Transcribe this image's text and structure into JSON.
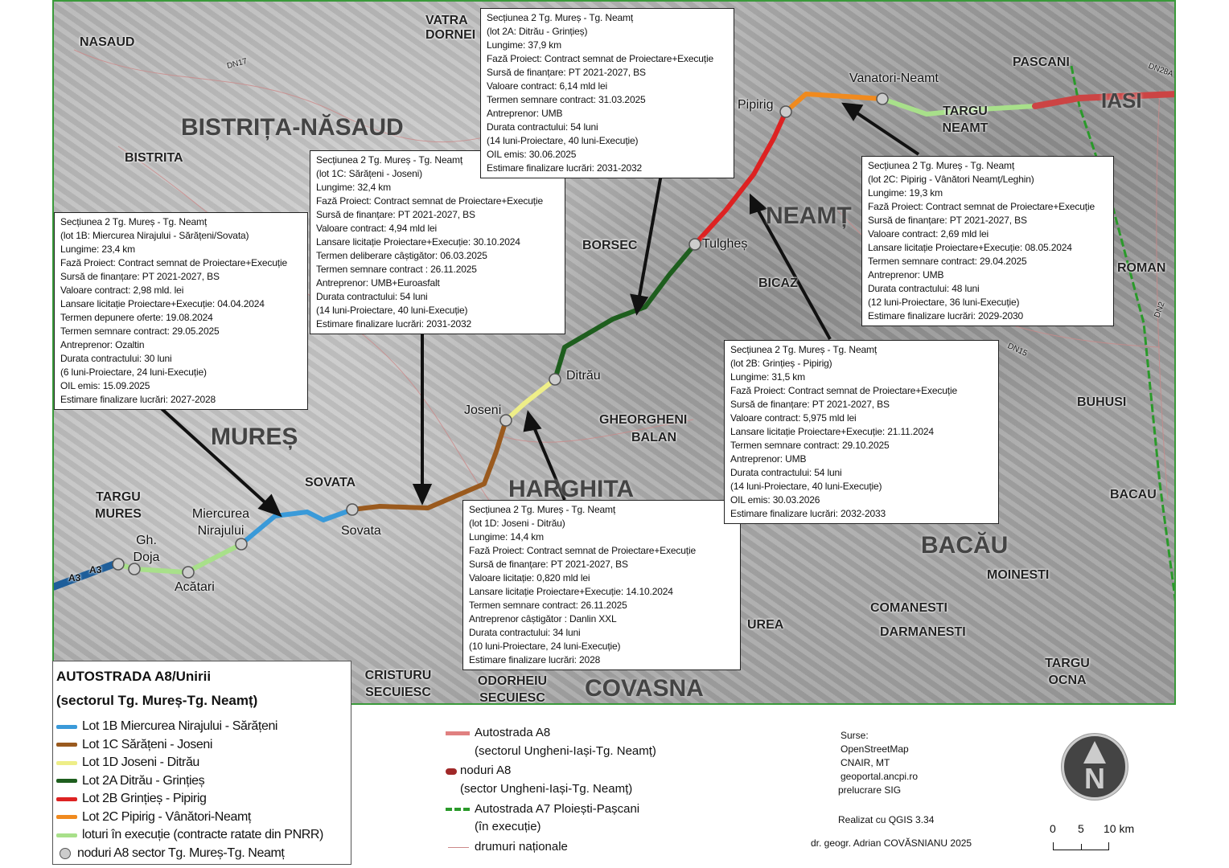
{
  "map": {
    "regions": [
      "BISTRIȚA-NĂSAUD",
      "MUREȘ",
      "HARGHITA",
      "BACĂU",
      "COVASNA",
      "NEAMȚ"
    ],
    "cities": [
      "NASAUD",
      "BISTRITA",
      "VATRA DORNEI",
      "PASCANI",
      "IASI",
      "TARGU NEAMT",
      "ROMAN",
      "BORSEC",
      "BICAZ",
      "BUHUSI",
      "GHEORGHENI",
      "BALAN",
      "SOVATA",
      "TARGU MURES",
      "BACAU",
      "MOINESTI",
      "COMANESTI",
      "DARMANESTI",
      "TARGU OCNA",
      "CRISTURU SECUIESC",
      "ODORHEIU SECUIESC",
      "UREA"
    ],
    "nodes": [
      "Vanatori-Neamt",
      "Pipirig",
      "Tulgheș",
      "Ditrău",
      "Joseni",
      "Sovata",
      "Miercurea Nirajului",
      "Gh. Doja",
      "Acătari"
    ],
    "roads": [
      "DN17",
      "DN28A",
      "DN15",
      "DN2",
      "A3",
      "A3"
    ]
  },
  "boxes": [
    {
      "id": "1B",
      "lines": [
        "Secțiunea 2 Tg. Mureș - Tg. Neamț",
        "(lot 1B: Miercurea Nirajului - Sărățeni/Sovata)",
        "Lungime: 23,4 km",
        "Fază Proiect: Contract semnat de Proiectare+Execuție",
        "Sursă de finanțare: PT 2021-2027, BS",
        "Valoare contract: 2,98 mld. lei",
        "Lansare licitație Proiectare+Execuție: 04.04.2024",
        "Termen depunere oferte: 19.08.2024",
        "Termen semnare contract: 29.05.2025",
        "Antreprenor: Ozaltin",
        "Durata contractului: 30 luni",
        "(6 luni-Proiectare, 24 luni-Execuție)",
        "OIL emis: 15.09.2025",
        "Estimare finalizare lucrări: 2027-2028"
      ]
    },
    {
      "id": "1C",
      "lines": [
        "Secțiunea 2 Tg. Mureș - Tg. Neamț",
        "(lot 1C: Sărățeni - Joseni)",
        "Lungime: 32,4 km",
        "Fază Proiect: Contract semnat de Proiectare+Execuție",
        "Sursă de finanțare: PT 2021-2027, BS",
        "Valoare contract: 4,94 mld lei",
        "Lansare licitație Proiectare+Execuție: 30.10.2024",
        "Termen deliberare câștigător: 06.03.2025",
        "Termen semnare contract : 26.11.2025",
        "Antreprenor: UMB+Euroasfalt",
        "Durata contractului: 54 luni",
        "(14 luni-Proiectare, 40 luni-Execuție)",
        "Estimare finalizare lucrări: 2031-2032"
      ]
    },
    {
      "id": "2A",
      "lines": [
        "Secțiunea 2 Tg. Mureș - Tg. Neamț",
        "(lot 2A: Ditrău - Grințieș)",
        "Lungime: 37,9 km",
        "Fază Proiect: Contract semnat de Proiectare+Execuție",
        "Sursă de finanțare: PT 2021-2027, BS",
        "Valoare contract: 6,14 mld lei",
        "Termen semnare contract: 31.03.2025",
        "Antreprenor: UMB",
        "Durata contractului: 54 luni",
        "(14 luni-Proiectare, 40 luni-Execuție)",
        "OIL emis: 30.06.2025",
        "Estimare finalizare lucrări: 2031-2032"
      ]
    },
    {
      "id": "2C",
      "lines": [
        "Secțiunea 2 Tg. Mureș - Tg. Neamț",
        "(lot 2C: Pipirig - Vânători Neamț/Leghin)",
        "Lungime: 19,3 km",
        "Fază Proiect: Contract semnat de Proiectare+Execuție",
        "Sursă de finanțare: PT 2021-2027, BS",
        "Valoare contract: 2,69 mld lei",
        "Lansare licitație Proiectare+Execuție: 08.05.2024",
        "Termen semnare contract: 29.04.2025",
        "Antreprenor: UMB",
        "Durata contractului: 48 luni",
        "(12 luni-Proiectare, 36 luni-Execuție)",
        "Estimare finalizare lucrări: 2029-2030"
      ]
    },
    {
      "id": "2B",
      "lines": [
        "Secțiunea 2 Tg. Mureș - Tg. Neamț",
        "(lot 2B: Grințieș - Pipirig)",
        "Lungime: 31,5 km",
        "Fază Proiect: Contract semnat de Proiectare+Execuție",
        "Sursă de finanțare: PT 2021-2027, BS",
        "Valoare contract: 5,975 mld lei",
        "Lansare licitație Proiectare+Execuție: 21.11.2024",
        "Termen semnare contract: 29.10.2025",
        "Antreprenor: UMB",
        "Durata contractului: 54 luni",
        "(14 luni-Proiectare, 40 luni-Execuție)",
        "OIL emis: 30.03.2026",
        "Estimare finalizare lucrări: 2032-2033"
      ]
    },
    {
      "id": "1D",
      "lines": [
        "Secțiunea 2 Tg. Mureș - Tg. Neamț",
        "(lot 1D: Joseni - Ditrău)",
        "Lungime: 14,4 km",
        "Fază Proiect: Contract semnat de Proiectare+Execuție",
        "Sursă de finanțare: PT 2021-2027, BS",
        "Valoare licitație: 0,820 mld lei",
        "Lansare licitație Proiectare+Execuție: 14.10.2024",
        "Termen semnare contract: 26.11.2025",
        "Antreprenor câștigător : Danlin XXL",
        "Durata contractului: 34 luni",
        "(10 luni-Proiectare, 24 luni-Execuție)",
        "Estimare finalizare lucrări: 2028"
      ]
    }
  ],
  "legend": {
    "title1": "AUTOSTRADA A8/Unirii",
    "title2": "(sectorul Tg. Mureș-Tg. Neamț)",
    "items": [
      {
        "label": "Lot 1B Miercurea Nirajului - Sărățeni",
        "color": "#3a9ad9"
      },
      {
        "label": "Lot 1C Sărățeni - Joseni",
        "color": "#9a5a1e"
      },
      {
        "label": "Lot 1D Joseni - Ditrău",
        "color": "#eeee88"
      },
      {
        "label": "Lot 2A Ditrău - Grințieș",
        "color": "#1e5e1e"
      },
      {
        "label": "Lot 2B Grințieș - Pipirig",
        "color": "#dd2222"
      },
      {
        "label": "Lot 2C Pipirig - Vânători-Neamț",
        "color": "#f08a1e"
      },
      {
        "label": "loturi în execuție (contracte ratate din PNRR)",
        "color": "#a8e08a"
      }
    ],
    "nodes_label": "noduri A8 sector Tg. Mureș-Tg. Neamț"
  },
  "legend2": {
    "a8": "Autostrada A8",
    "a8_sub": "(sectorul Ungheni-Iași-Tg. Neamț)",
    "nodes": "noduri A8",
    "nodes_sub": "(sector Ungheni-Iași-Tg. Neamț)",
    "a7": "Autostrada A7 Ploiești-Pașcani",
    "a7_sub": "(în execuție)",
    "dn": "drumuri naționale"
  },
  "sources": {
    "title": "Surse:",
    "lines": [
      "OpenStreetMap",
      "CNAIR, MT",
      "geoportal.ancpi.ro",
      "prelucrare SIG"
    ],
    "qgis": "Realizat cu QGIS 3.34",
    "author": "dr. geogr. Adrian COVĂSNIANU 2025"
  },
  "scale": {
    "t0": "0",
    "t5": "5",
    "t10": "10 km"
  },
  "north": "N"
}
